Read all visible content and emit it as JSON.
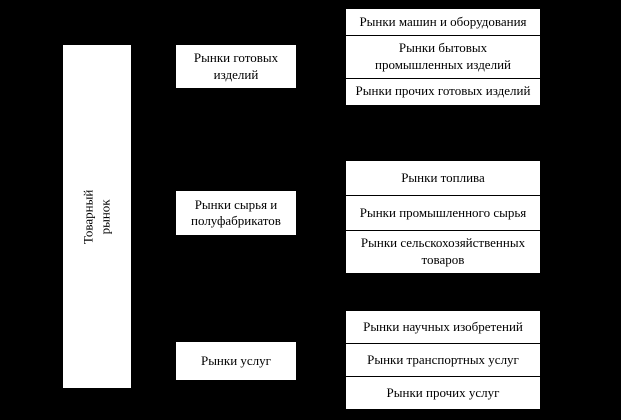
{
  "page": {
    "background_color": "#000000",
    "box_fill_color": "#ffffff",
    "box_border_color": "#000000",
    "text_color": "#000000"
  },
  "root": {
    "label": "Товарный\nрынок"
  },
  "level2": [
    {
      "label": "Рынки готовых изделий"
    },
    {
      "label": "Рынки сырья и полуфабрикатов"
    },
    {
      "label": "Рынки услуг"
    }
  ],
  "level3": [
    {
      "items": [
        "Рынки машин и оборудования",
        "Рынки бытовых промышленных изделий",
        "Рынки прочих готовых изделий"
      ]
    },
    {
      "items": [
        "Рынки топлива",
        "Рынки промышленного сырья",
        "Рынки сельскохозяйственных товаров"
      ]
    },
    {
      "items": [
        "Рынки научных изобретений",
        "Рынки транспортных услуг",
        "Рынки прочих услуг"
      ]
    }
  ]
}
